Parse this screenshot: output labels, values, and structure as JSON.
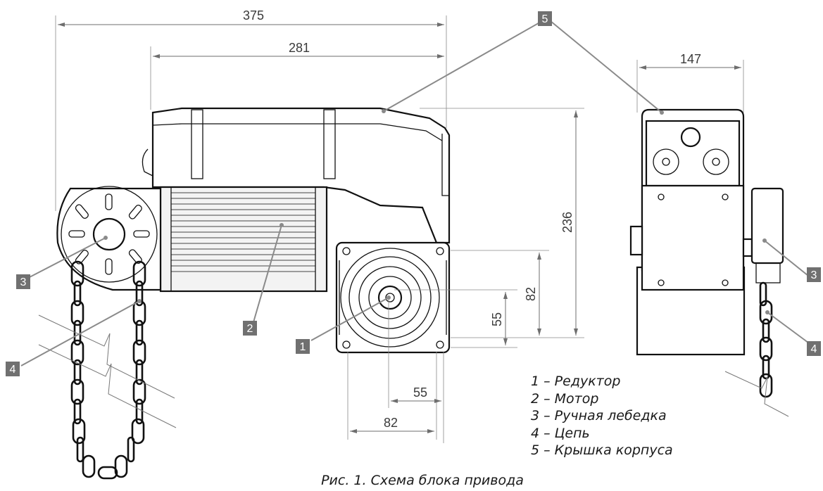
{
  "dimensions": {
    "overall_length": "375",
    "housing_length": "281",
    "side_width": "147",
    "height": "236",
    "bolt_spacing_v": "82",
    "shaft_height": "55",
    "shaft_offset_h": "55",
    "bolt_spacing_h": "82"
  },
  "callouts": {
    "c1": "1",
    "c2": "2",
    "c3": "3",
    "c4": "4",
    "c5": "5"
  },
  "legend": [
    "1 – Редуктор",
    "2 – Мотор",
    "3 – Ручная лебедка",
    "4 – Цепь",
    "5 – Крышка корпуса"
  ],
  "caption": "Рис. 1. Схема блока привода",
  "colors": {
    "callout_fill": "#707070",
    "line": "#111111",
    "dimension": "#6e6e6e"
  }
}
